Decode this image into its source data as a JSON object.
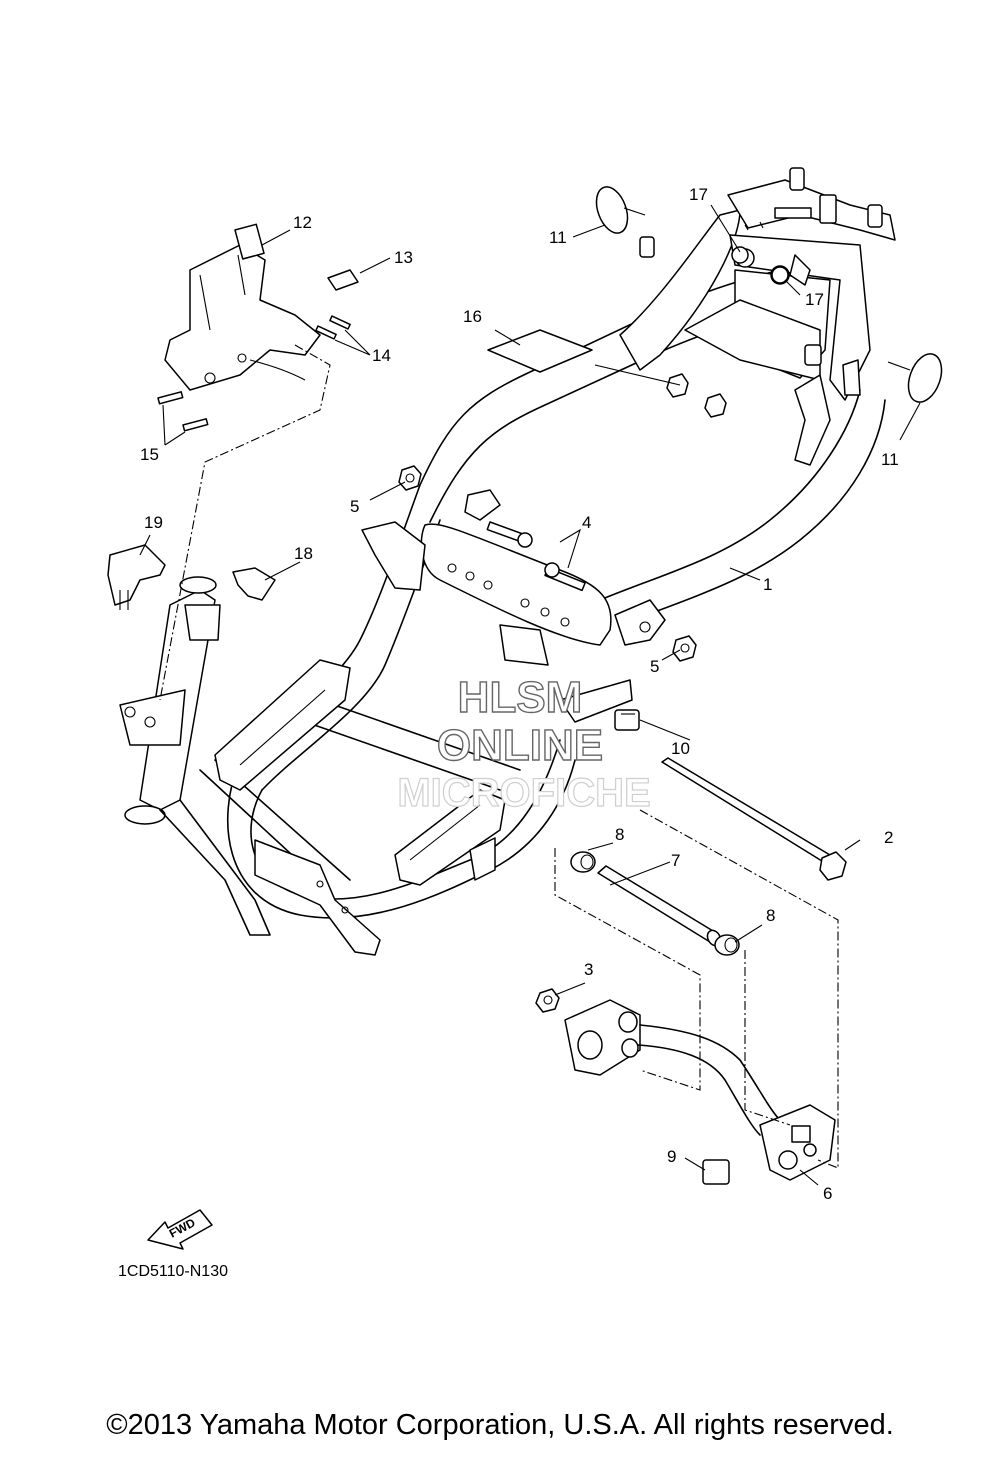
{
  "callouts": [
    "1",
    "2",
    "3",
    "4",
    "5",
    "6",
    "7",
    "8",
    "9",
    "10",
    "11",
    "12",
    "13",
    "14",
    "15",
    "16",
    "17",
    "18",
    "19"
  ],
  "labels": {
    "c1": "1",
    "c2": "2",
    "c3": "3",
    "c4": "4",
    "c5a": "5",
    "c5b": "5",
    "c6": "6",
    "c7": "7",
    "c8a": "8",
    "c8b": "8",
    "c9": "9",
    "c10": "10",
    "c11a": "11",
    "c11b": "11",
    "c12": "12",
    "c13": "13",
    "c14": "14",
    "c15": "15",
    "c16": "16",
    "c17a": "17",
    "c17b": "17",
    "c18": "18",
    "c19": "19"
  },
  "fwd_label": "FWD",
  "watermark": {
    "line1": "HLSM",
    "line2": "ONLINE",
    "line3": "MICROFICHE"
  },
  "diagram_code": "1CD5110-N130",
  "copyright": "©2013 Yamaha Motor Corporation, U.S.A. All rights reserved."
}
